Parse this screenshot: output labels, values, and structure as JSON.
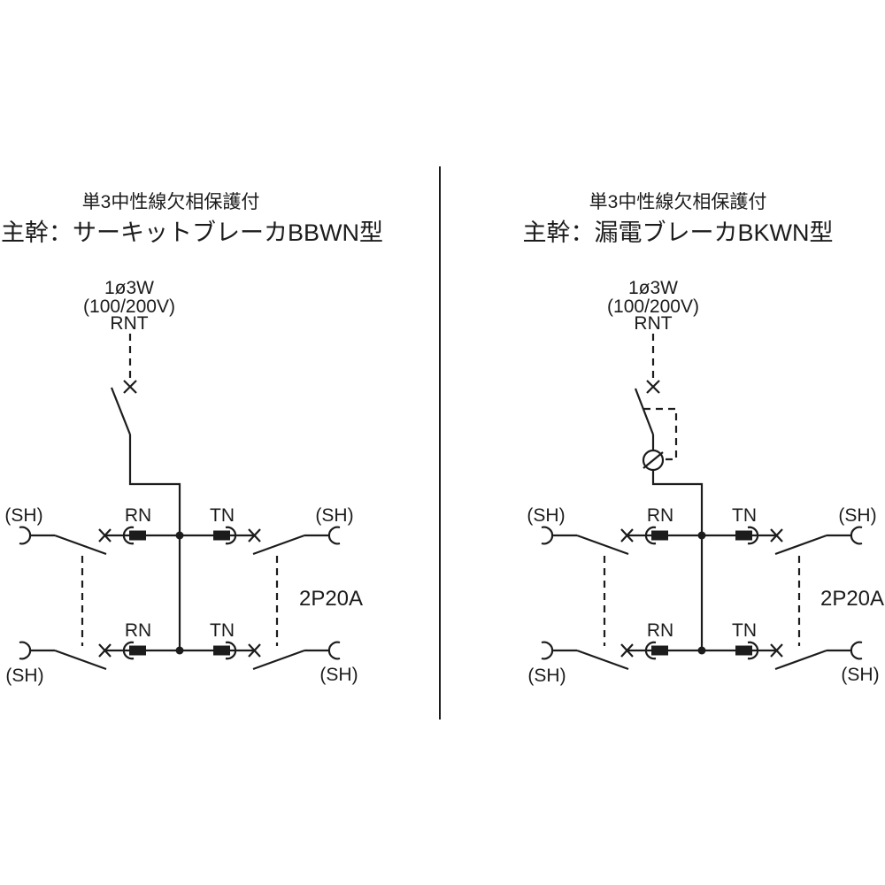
{
  "figure": {
    "panels": {
      "left": {
        "subtitle": "単3中性線欠相保護付",
        "title": "主幹：サーキットブレーカBBWN型",
        "source": {
          "system": "1ø3W",
          "voltage": "(100/200V)",
          "phases": "RNT"
        },
        "branch_rating": "2P20A"
      },
      "right": {
        "subtitle": "単3中性線欠相保護付",
        "title": "主幹：漏電ブレーカBKWN型",
        "source": {
          "system": "1ø3W",
          "voltage": "(100/200V)",
          "phases": "RNT"
        },
        "branch_rating": "2P20A"
      }
    },
    "labels": {
      "neutral_r": "RN",
      "neutral_t": "TN",
      "socket": "(SH)"
    },
    "colors": {
      "line": "#1c1c1c",
      "background": "#ffffff"
    }
  }
}
